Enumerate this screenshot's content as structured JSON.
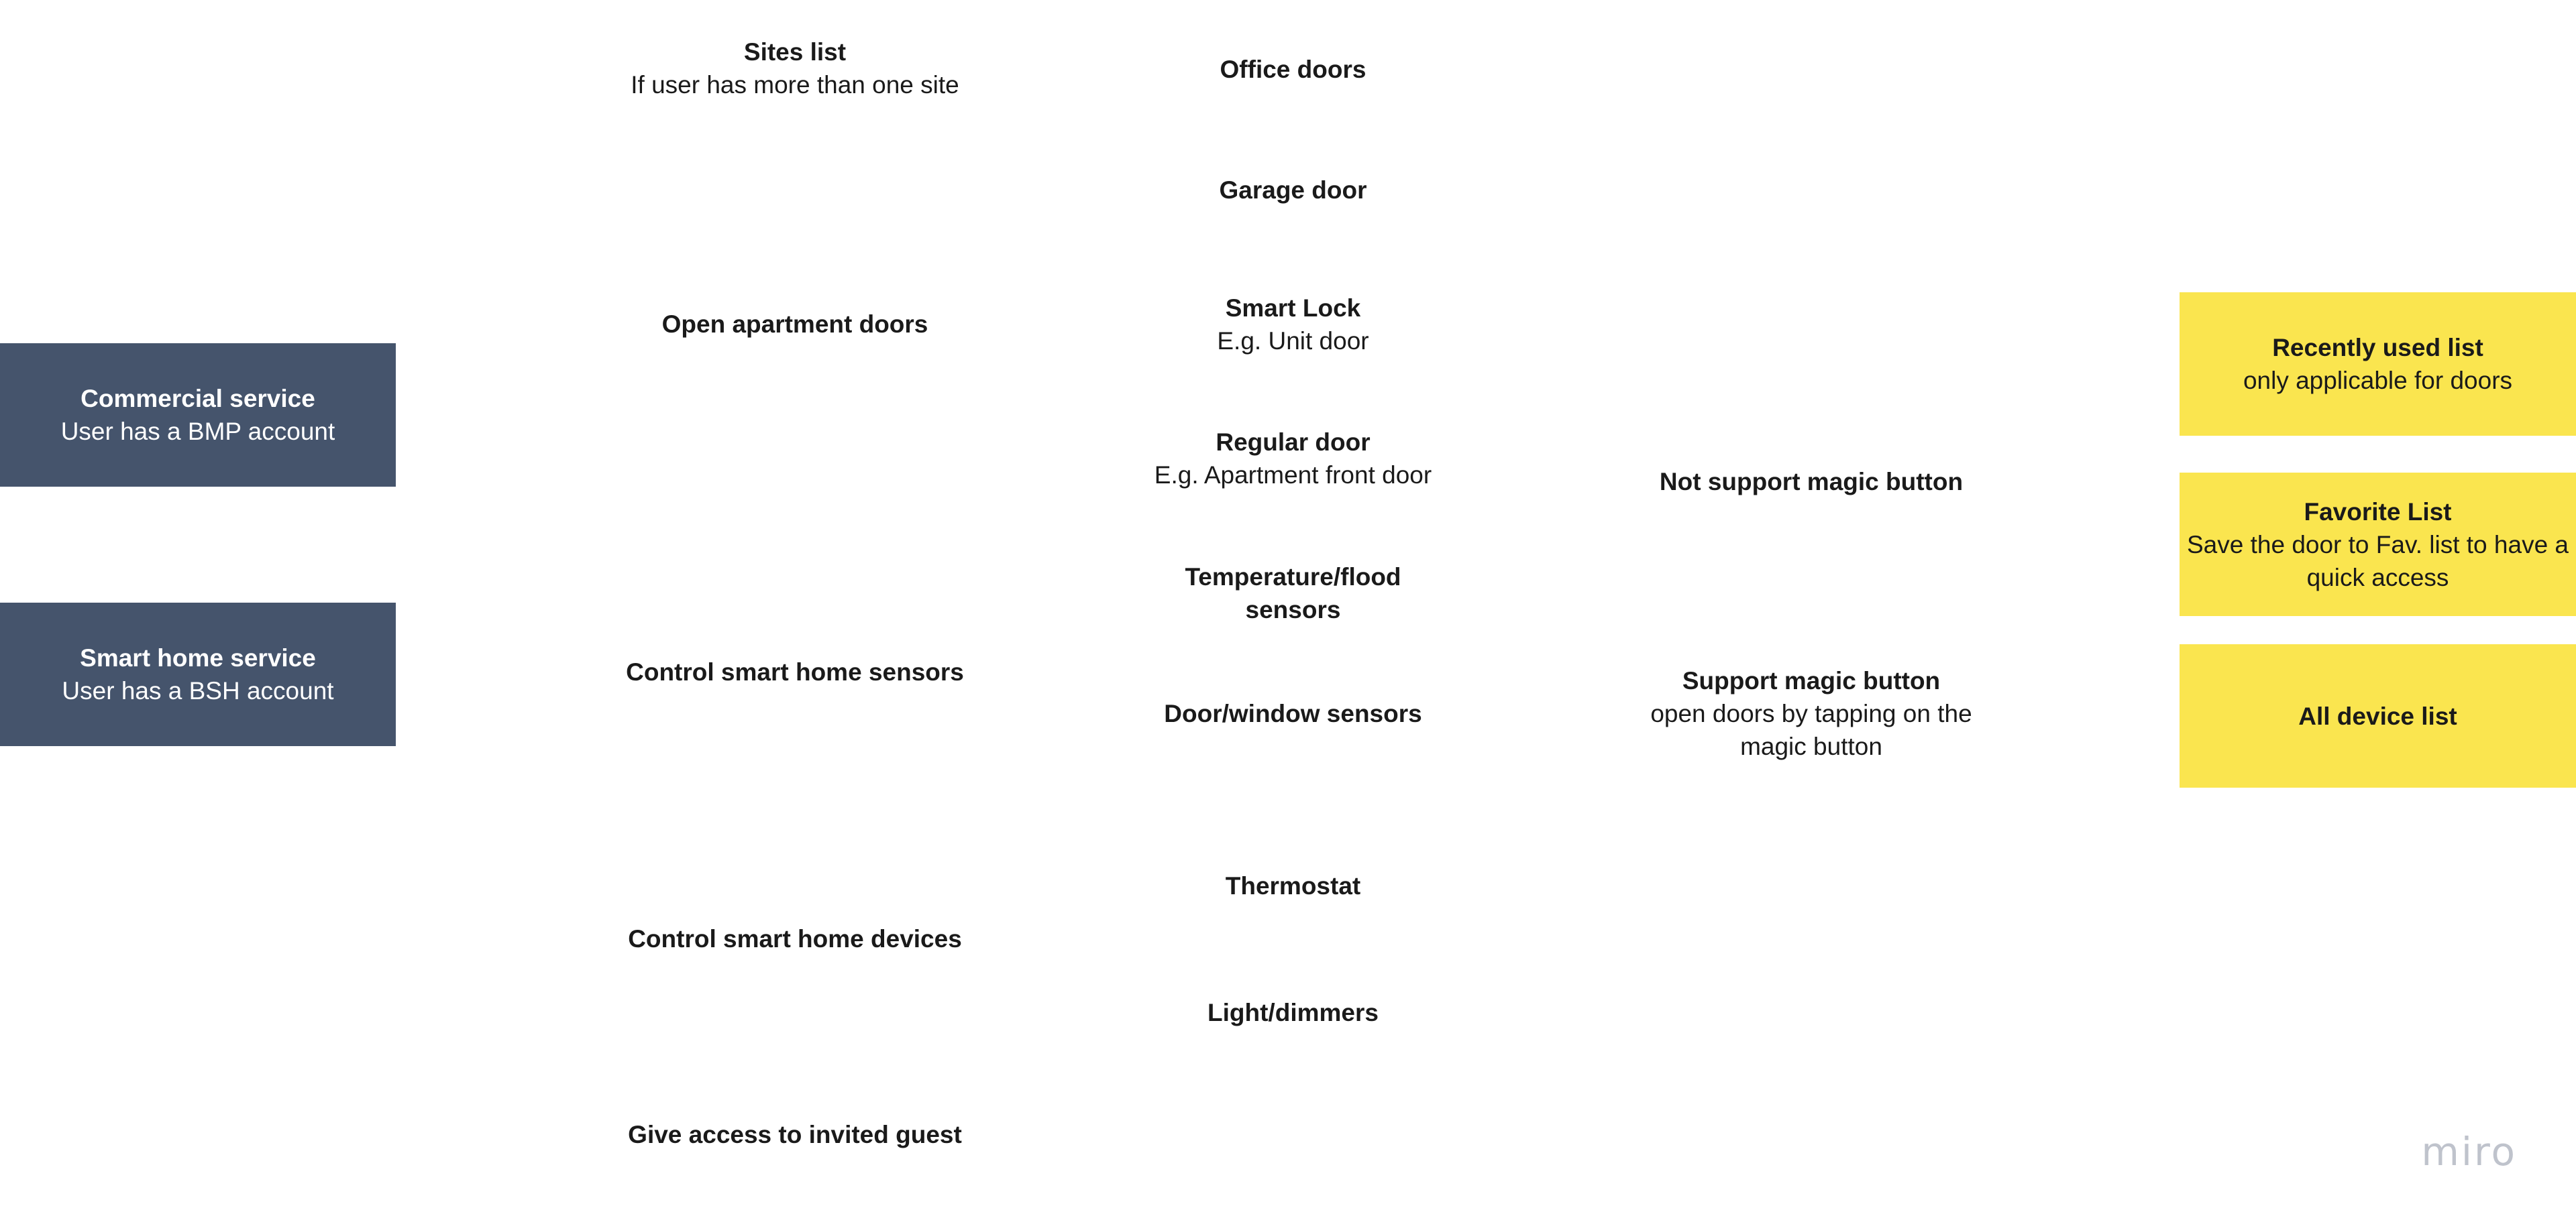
{
  "services": {
    "commercial": {
      "title": "Commercial service",
      "sub": "User has a BMP account"
    },
    "smart_home": {
      "title": "Smart home service",
      "sub": "User has a BSH account"
    }
  },
  "features": {
    "sites": {
      "title": "Sites list",
      "sub": "If user has more than one site"
    },
    "open_doors": {
      "title": "Open apartment doors"
    },
    "sensors": {
      "title": "Control smart home sensors"
    },
    "devices": {
      "title": "Control smart home devices"
    },
    "guest": {
      "title": "Give access to invited guest"
    }
  },
  "items": {
    "office": {
      "title": "Office doors"
    },
    "garage": {
      "title": "Garage door"
    },
    "smart_lock": {
      "title": "Smart Lock",
      "sub": "E.g. Unit door"
    },
    "regular_door": {
      "title": "Regular door",
      "sub": "E.g. Apartment front door"
    },
    "temp_flood": {
      "title": "Temperature/flood sensors"
    },
    "door_window": {
      "title": "Door/window sensors"
    },
    "thermostat": {
      "title": "Thermostat"
    },
    "light": {
      "title": "Light/dimmers"
    }
  },
  "magic": {
    "not_support": {
      "title": "Not support magic button"
    },
    "support": {
      "title": "Support magic button",
      "sub": "open doors by tapping on the magic button"
    }
  },
  "lists": {
    "recent": {
      "title": "Recently used list",
      "sub": "only applicable for doors"
    },
    "favorite": {
      "title": "Favorite List",
      "sub": "Save the door to Fav. list to have a quick access"
    },
    "all": {
      "title": "All device list"
    }
  },
  "watermark": "miro",
  "colors": {
    "service_box": "#45546c",
    "list_box": "#fae54f",
    "watermark": "#bfc3cc"
  }
}
